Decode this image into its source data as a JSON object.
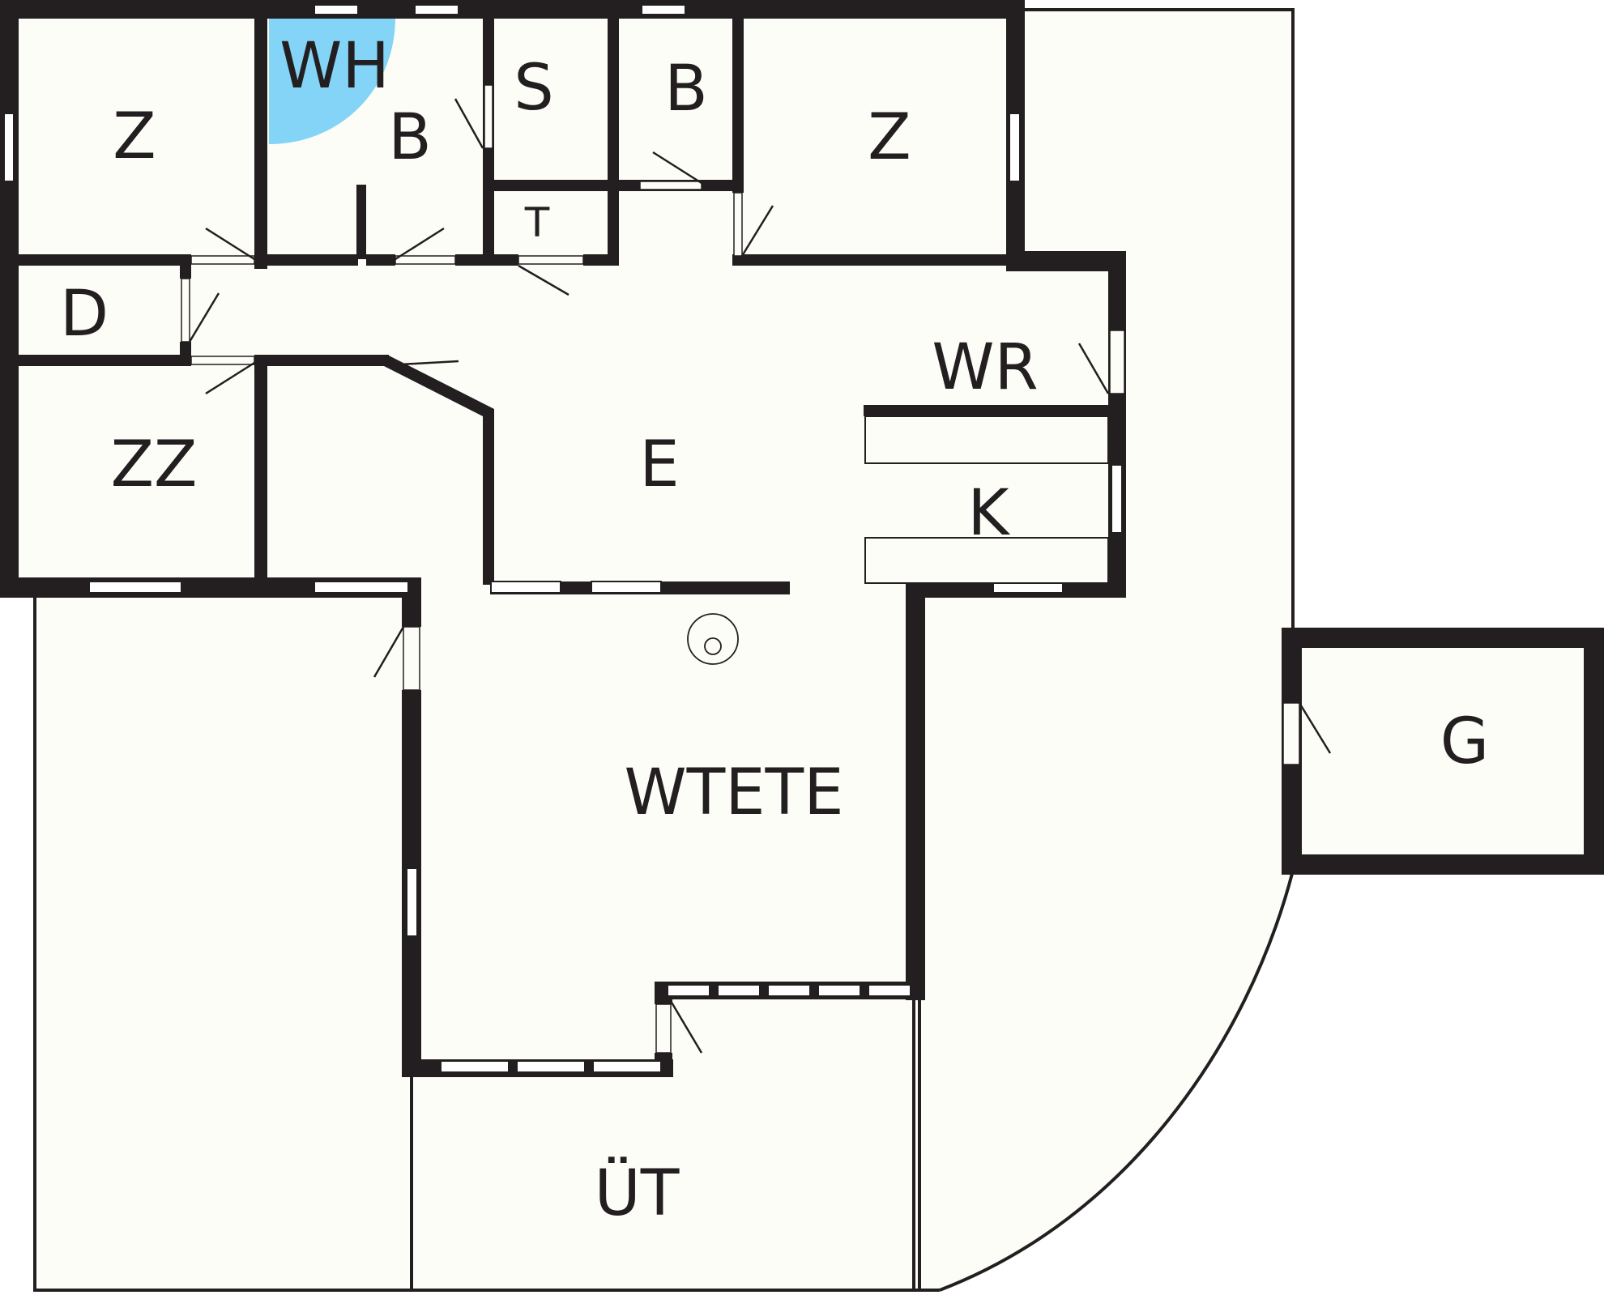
{
  "rooms": {
    "z_left": "Z",
    "wh": "WH",
    "bath_1": "B",
    "s": "S",
    "bath_2": "B",
    "z_right": "Z",
    "t": "T",
    "d": "D",
    "wr": "WR",
    "zz": "ZZ",
    "e": "E",
    "k": "K",
    "wtete": "WTETE",
    "g": "G",
    "ut": "ÜT"
  },
  "colors": {
    "wall": "#231f20",
    "floor": "#fdfdf8",
    "background": "#ffffff",
    "highlight": "#83d4f6",
    "window": "#ffffff"
  }
}
